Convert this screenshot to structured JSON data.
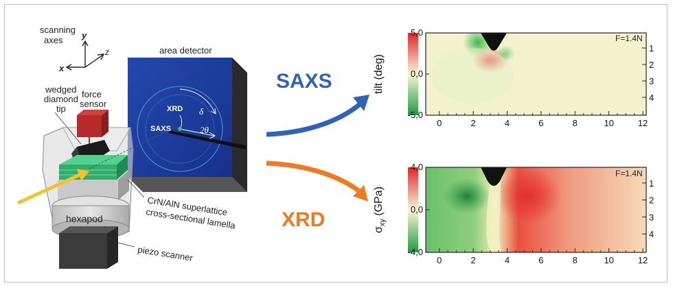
{
  "labels": {
    "scanning_axes_line1": "scanning",
    "scanning_axes_line2": "axes",
    "axis_y": "y",
    "axis_z": "z",
    "axis_x": "x",
    "area_detector": "area detector",
    "force_sensor_line1": "force",
    "force_sensor_line2": "sensor",
    "wedged_line1": "wedged",
    "wedged_line2": "diamond",
    "wedged_line3": "tip",
    "xrd_on_detector": "XRD",
    "saxs_on_detector": "SAXS",
    "delta": "δ",
    "two_theta": "2θ",
    "hexapod": "hexapod",
    "lamella_line1": "CrN/AlN superlattice",
    "lamella_line2": "cross-sectional lamella",
    "piezo": "piezo scanner",
    "saxs_big": "SAXS",
    "xrd_big": "XRD"
  },
  "colors": {
    "saxs": "#2f62b8",
    "xrd": "#f07a20",
    "detector": "#1e3c9c",
    "beam": "#f4c22b",
    "sensor": "#b52a2a",
    "lamella": "#3dbf7a"
  },
  "chart_data": [
    {
      "type": "heatmap",
      "ylabel": "tilt (deg)",
      "annotation": "F=1.4N",
      "xlim": [
        -0.8,
        12.2
      ],
      "ylim": [
        -5.0,
        5.0
      ],
      "x_ticks": [
        "0",
        "2",
        "4",
        "6",
        "8",
        "10",
        "12"
      ],
      "y_ticks": [
        "5,0",
        "0,0",
        "-5,0"
      ],
      "right_ticks": [
        "1",
        "2",
        "3",
        "4"
      ]
    },
    {
      "type": "heatmap",
      "ylabel": "σ",
      "ylabel_sub": "xy",
      "ylabel_unit": " (GPa)",
      "annotation": "F=1.4N",
      "xlim": [
        -0.8,
        12.2
      ],
      "ylim": [
        -4.0,
        4.0
      ],
      "x_ticks": [
        "0",
        "2",
        "4",
        "6",
        "8",
        "10",
        "12"
      ],
      "y_ticks": [
        "4,0",
        "0,0",
        "-4,0"
      ],
      "right_ticks": [
        "1",
        "2",
        "3",
        "4"
      ]
    }
  ]
}
